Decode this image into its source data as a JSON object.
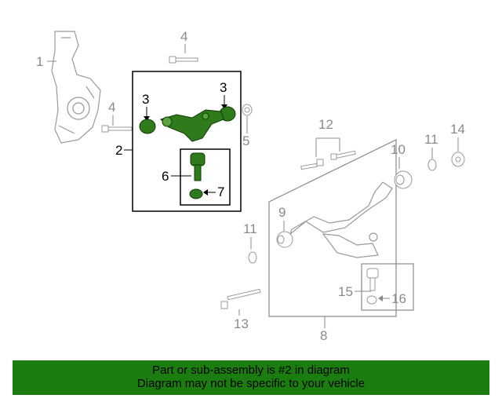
{
  "callouts": {
    "c1": "1",
    "c2": "2",
    "c3a": "3",
    "c3b": "3",
    "c4a": "4",
    "c4b": "4",
    "c5": "5",
    "c6": "6",
    "c7": "7",
    "c8": "8",
    "c9": "9",
    "c10": "10",
    "c11a": "11",
    "c11b": "11",
    "c12": "12",
    "c13": "13",
    "c14": "14",
    "c15": "15",
    "c16": "16"
  },
  "banner": {
    "line1": "Part or sub-assembly is #2 in diagram",
    "line2": "Diagram may not be specific to your vehicle"
  },
  "colors": {
    "highlight": "#1b7d10",
    "part_green": "#2f7a1a",
    "gray": "#8a8a8a"
  }
}
